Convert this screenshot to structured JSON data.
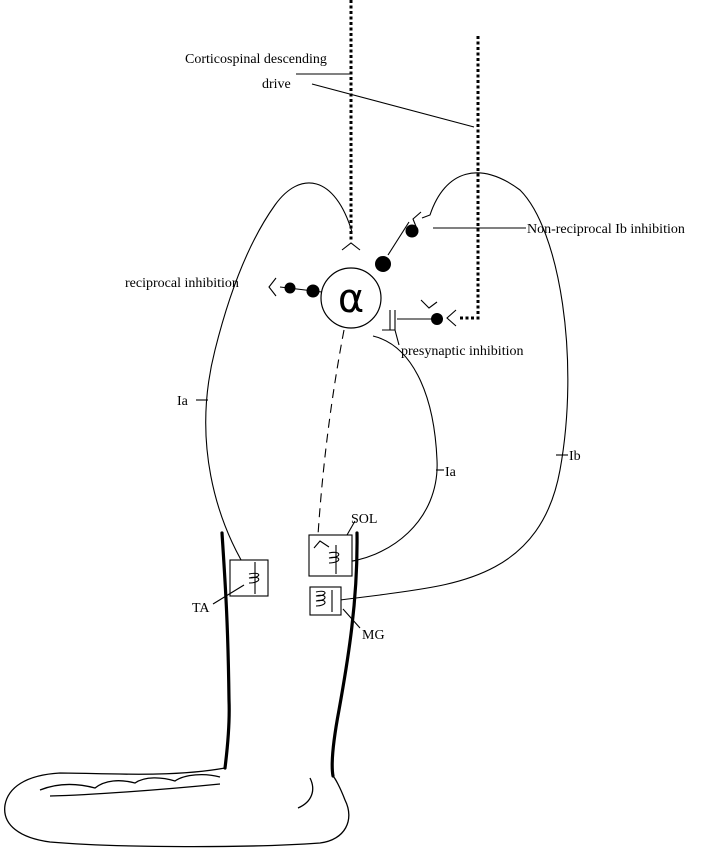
{
  "diagram": {
    "labels": {
      "corticospinal_line1": "Corticospinal descending",
      "corticospinal_line2": "drive",
      "non_reciprocal_ib": "Non-reciprocal Ib inhibition",
      "reciprocal_inhibition": "reciprocal inhibition",
      "presynaptic_inhibition": "presynaptic inhibition",
      "ia_left": "Ia",
      "ia_right": "Ia",
      "ib": "Ib",
      "sol": "SOL",
      "ta": "TA",
      "mg": "MG"
    },
    "motoneuron_symbol": "α"
  }
}
